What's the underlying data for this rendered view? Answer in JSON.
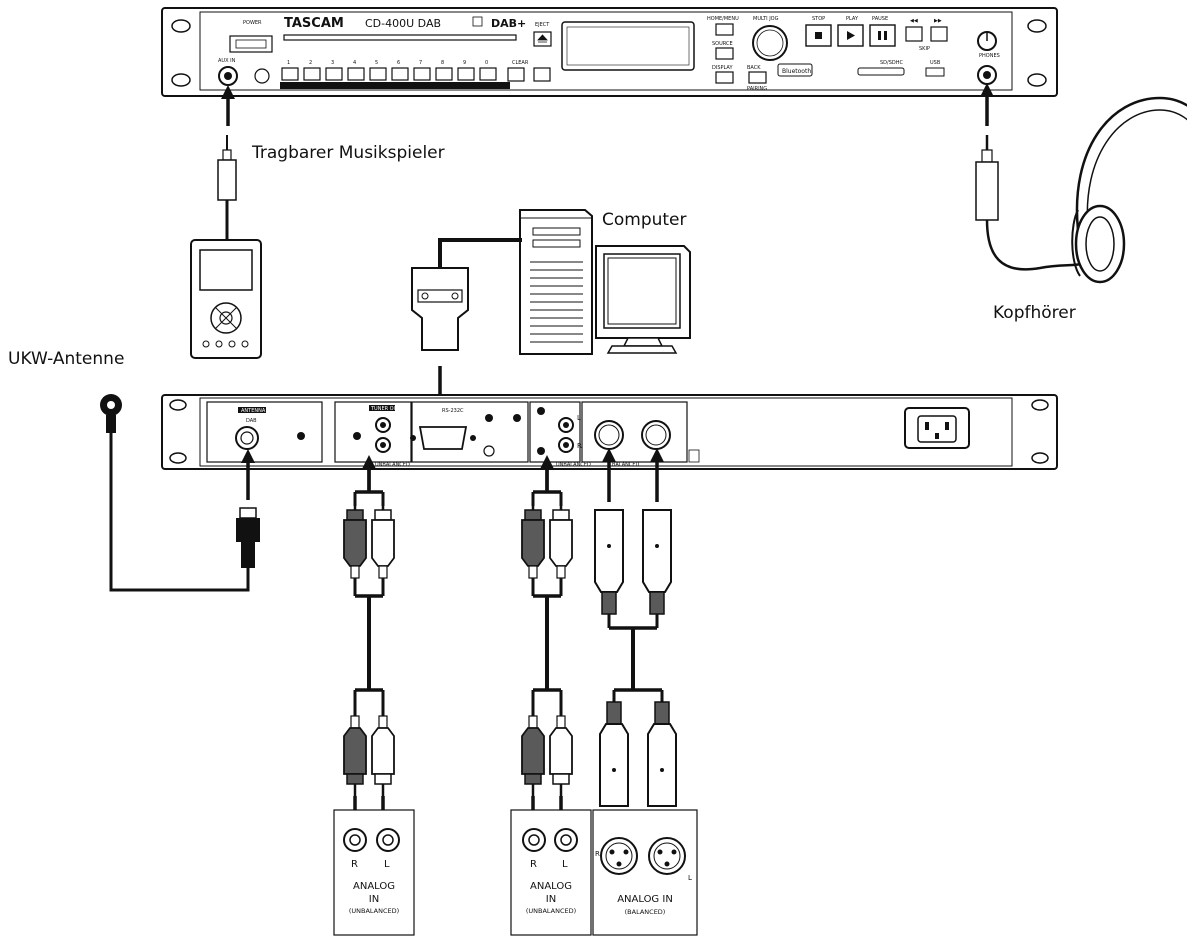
{
  "labels": {
    "portable_player": "Tragbarer Musikspieler",
    "computer": "Computer",
    "headphones": "Kopfhörer",
    "fm_antenna": "UKW-Antenne"
  },
  "front_panel": {
    "brand": "TASCAM",
    "model": "CD-400U DAB",
    "power": "POWER",
    "aux_in": "AUX IN",
    "eject": "EJECT",
    "home_menu": "HOME/MENU",
    "source": "SOURCE",
    "display": "DISPLAY",
    "back": "BACK",
    "pairing": "PAIRING",
    "multi_jog": "MULTI JOG",
    "stop": "STOP",
    "play": "PLAY",
    "pause": "PAUSE",
    "skip": "SKIP",
    "phones": "PHONES",
    "bluetooth": "Bluetooth",
    "clear": "CLEAR",
    "usb": "USB",
    "sd_sdhc": "SD/SDHC",
    "preset_numbers": [
      "1",
      "2",
      "3",
      "4",
      "5",
      "6",
      "7",
      "8",
      "9",
      "0"
    ]
  },
  "rear_panel": {
    "antenna": "ANTENNA",
    "dab": "DAB",
    "tuner_out": "TUNER OUT",
    "rs232c": "RS-232C",
    "unbalanced": "UNBALANCED",
    "balanced": "BALANCED",
    "l": "L",
    "r": "R"
  },
  "jacks": {
    "rca_left": {
      "r": "R",
      "l": "L",
      "title": "ANALOG",
      "title2": "IN",
      "sub": "(UNBALANCED)"
    },
    "rca_right": {
      "r": "R",
      "l": "L",
      "title": "ANALOG",
      "title2": "IN",
      "sub": "(UNBALANCED)"
    },
    "xlr": {
      "r": "R",
      "l": "L",
      "title": "ANALOG IN",
      "sub": "(BALANCED)"
    }
  },
  "colors": {
    "line": "#111111",
    "panel": "#ffffff",
    "dark_plug": "#5a5a5a"
  }
}
